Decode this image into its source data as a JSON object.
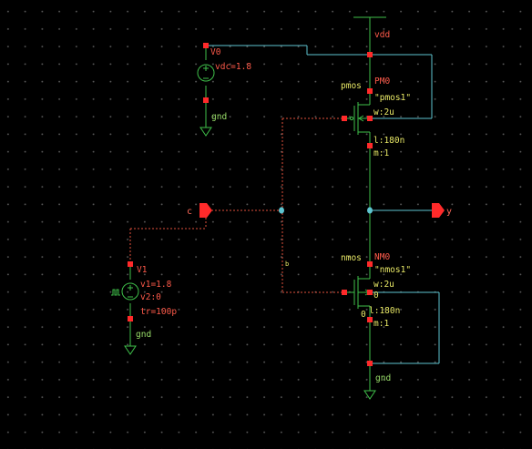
{
  "schematic": {
    "source_vdc": {
      "ref": "V0",
      "param": "vdc=1.8",
      "ground": "gnd"
    },
    "supply": {
      "net": "vdd"
    },
    "pmos": {
      "type": "pmos",
      "ref": "PM0",
      "model": "\"pmos1\"",
      "w": "w:2u",
      "l": "l:180n",
      "m": "m:1"
    },
    "nmos": {
      "type": "nmos",
      "ref": "NM0",
      "model": "\"nmos1\"",
      "w": "w:2u",
      "zero_a": "0",
      "zero_b": "0",
      "l": "l:180n",
      "m": "m:1"
    },
    "pulse_source": {
      "ref": "V1",
      "v1": "v1=1.8",
      "v2": "v2:0",
      "tr": "tr=100p",
      "ground": "gnd"
    },
    "pins": {
      "input": "c",
      "output": "y"
    },
    "wire_label": "b",
    "bottom_ground": "gnd",
    "colors": {
      "background": "#000000",
      "wire_cyan": "#5ec4d0",
      "wire_red_dashed": "#e0503c",
      "device_green": "#3fc04a",
      "pin_red": "#ff2a2a",
      "label_red": "#ff5a4a",
      "label_yellow": "#e8e866"
    }
  }
}
